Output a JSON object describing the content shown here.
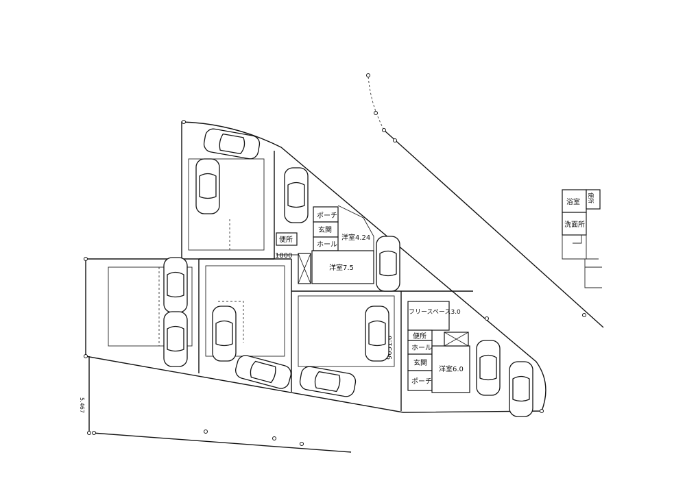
{
  "plan": {
    "house_a": {
      "porch": "ポーチ",
      "entrance": "玄関",
      "hall": "ホール",
      "toilet": "便所",
      "room_small": "洋室4.24",
      "room_large": "洋室7.5",
      "dimension": "1800"
    },
    "house_b": {
      "free_space": "フリースペース3.0",
      "toilet": "便所",
      "hall": "ホール",
      "entrance": "玄関",
      "room": "洋室6.0",
      "porch": "ポーチ"
    },
    "neighbor": {
      "bath": "浴室",
      "washroom": "洗面所",
      "toilet": "便所"
    },
    "dimensions": {
      "lot_line": "9051.6",
      "left_edge": "5.467"
    }
  }
}
